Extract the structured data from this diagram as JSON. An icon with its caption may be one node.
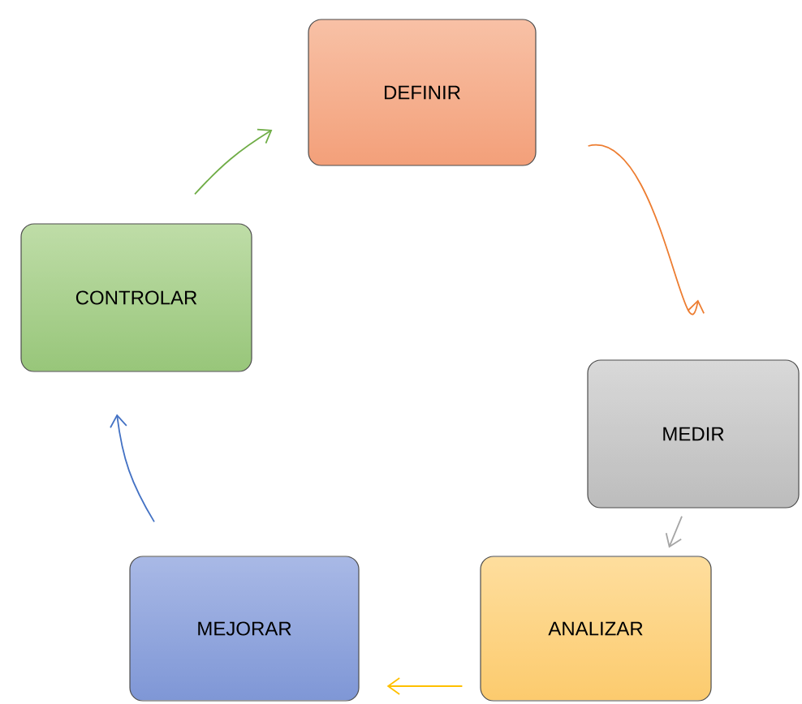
{
  "diagram": {
    "nodes": [
      {
        "text": [
          "DEFINIR"
        ]
      },
      {
        "text": [
          "MEDIR"
        ]
      },
      {
        "text": [
          "ANALIZAR"
        ]
      },
      {
        "text": [
          "MEJORAR"
        ]
      },
      {
        "text": [
          "CONTROLAR"
        ]
      }
    ],
    "edges": [
      {
        "from": 0,
        "to": 1,
        "arrow": "to",
        "color": "#ed7d31"
      },
      {
        "from": 1,
        "to": 2,
        "arrow": "to",
        "color": "#a5a5a5"
      },
      {
        "from": 2,
        "to": 3,
        "arrow": "to",
        "color": "#ffc000"
      },
      {
        "from": 3,
        "to": 4,
        "arrow": "to",
        "color": "#4472c4"
      },
      {
        "from": 4,
        "to": 0,
        "arrow": "to",
        "color": "#70ad47"
      }
    ]
  }
}
